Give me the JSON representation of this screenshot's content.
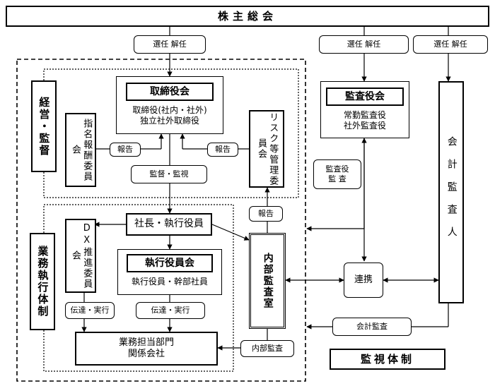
{
  "top_meeting": "株主総会",
  "election_left": "選任 解任",
  "election_mid": "選任 解任",
  "election_right": "選任 解任",
  "mgmt_side": "経営・監督",
  "exec_side": "業務執行体制",
  "board_title": "取締役会",
  "board_members": [
    "取締役(社内・社外)",
    "独立社外取締役"
  ],
  "nomination_committee": "指名報酬委員会",
  "risk_committee": "リスク等管理委員会",
  "report_left": "報告",
  "report_right": "報告",
  "report_audit": "報告",
  "supervision": "監督・監視",
  "president": "社長・執行役員",
  "dx_committee": "DX推進委員会",
  "exec_committee_title": "執行役員会",
  "exec_committee_members": "執行役員・幹部社員",
  "relay_left": "伝達・実行",
  "relay_mid": "伝達・実行",
  "business_units": [
    "業務担当部門",
    "関係会社"
  ],
  "internal_audit_office": "内部監査室",
  "internal_audit": "内部監査",
  "audit_board_title": "監査役会",
  "audit_board_members": [
    "常勤監査役",
    "社外監査役"
  ],
  "auditor_audit": [
    "監査役",
    "監 査"
  ],
  "cooperation": "連携",
  "accounting_auditor": "会計監査人",
  "accounting_audit": "会計監査",
  "monitoring": "監視体制"
}
